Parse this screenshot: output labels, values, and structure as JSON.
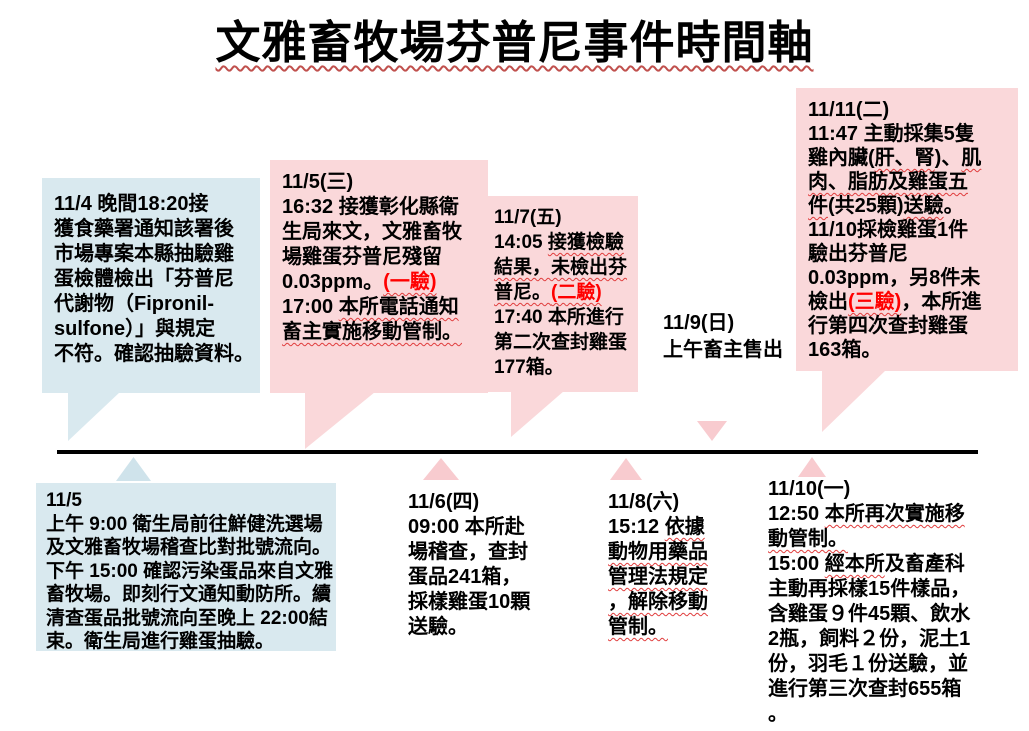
{
  "title": "文雅畜牧場芬普尼事件時間軸",
  "colors": {
    "blue_box": "#d9e9ef",
    "pink_box": "#fad8da",
    "pink_tri": "#f8cbcf",
    "blue_tri": "#cfe3eb",
    "red_text": "#ff0000",
    "axis": "#000000",
    "squiggle": "#e03c3c",
    "title_squiggle": "#c0504d"
  },
  "above": {
    "c114": {
      "text": "11/4 晚間18:20接\n獲食藥署通知該署後\n市場專案本縣抽驗雞\n蛋檢體檢出「芬普尼\n代謝物（Fipronil-\nsulfone）」與規定\n不符。確認抽驗資料。"
    },
    "c115": {
      "pre": "11/5(三)\n16:32 接獲彰化縣衛\n生局來文，文雅畜牧\n場雞蛋芬普尼殘留\n0.03ppm。",
      "red": "(一驗)",
      "mid": "\n17:00 ",
      "sq": "本所電話通知\n畜主實施移動管制。"
    },
    "c117": {
      "pre": "11/7(五)\n14:05 ",
      "sq1": "接獲檢驗\n結果，未檢出芬\n普尼。",
      "red": "(二驗)",
      "post": "\n17:40 本所進行\n第二次查封雞蛋\n177箱。"
    },
    "c119": {
      "text": "11/9(日)\n上午畜主售出"
    },
    "c1111": {
      "s1": "11/11(二)\n11:47 主動採集5隻\n雞內臟(",
      "sq1": "肝、腎",
      "s2": ")、",
      "sq2": "肌\n肉、脂肪及雞蛋五\n件",
      "s3": "(共25顆)",
      "sq3": "送驗",
      "s4": "。\n11/10採檢雞蛋1件\n驗出芬普尼\n0.03ppm，另8件未\n檢出",
      "red": "(三驗)",
      "s5": "，本所進\n行第四次查封雞蛋\n163箱。"
    }
  },
  "below": {
    "b115": {
      "text": "11/5\n上午 9:00 衛生局前往鮮健洗選場\n及文雅畜牧場稽查比對批號流向。\n下午 15:00 確認污染蛋品來自文雅\n畜牧場。即刻行文通知動防所。續\n清查蛋品批號流向至晚上 22:00結\n束。衛生局進行雞蛋抽驗。"
    },
    "b116": {
      "text": "11/6(四)\n09:00 本所赴\n場稽查，查封\n蛋品241箱，\n採樣雞蛋10顆\n送驗。"
    },
    "b118": {
      "pre": "11/8(六)\n15:12 ",
      "sq": "依據\n動物用藥品\n管理法規定\n，解除移動\n管制。"
    },
    "b1110": {
      "pre": "11/10(一)\n12:50 ",
      "sq1": "本所再次實施移\n動管制。",
      "mid": "\n15:00 ",
      "sq2": "經本所",
      "post": "及畜產科\n主動再採樣15件樣品，\n含雞蛋９件45顆、飲水\n2瓶，飼料２份，泥土1\n份，羽毛１份送驗，並\n進行第三次查封655箱\n。"
    }
  }
}
